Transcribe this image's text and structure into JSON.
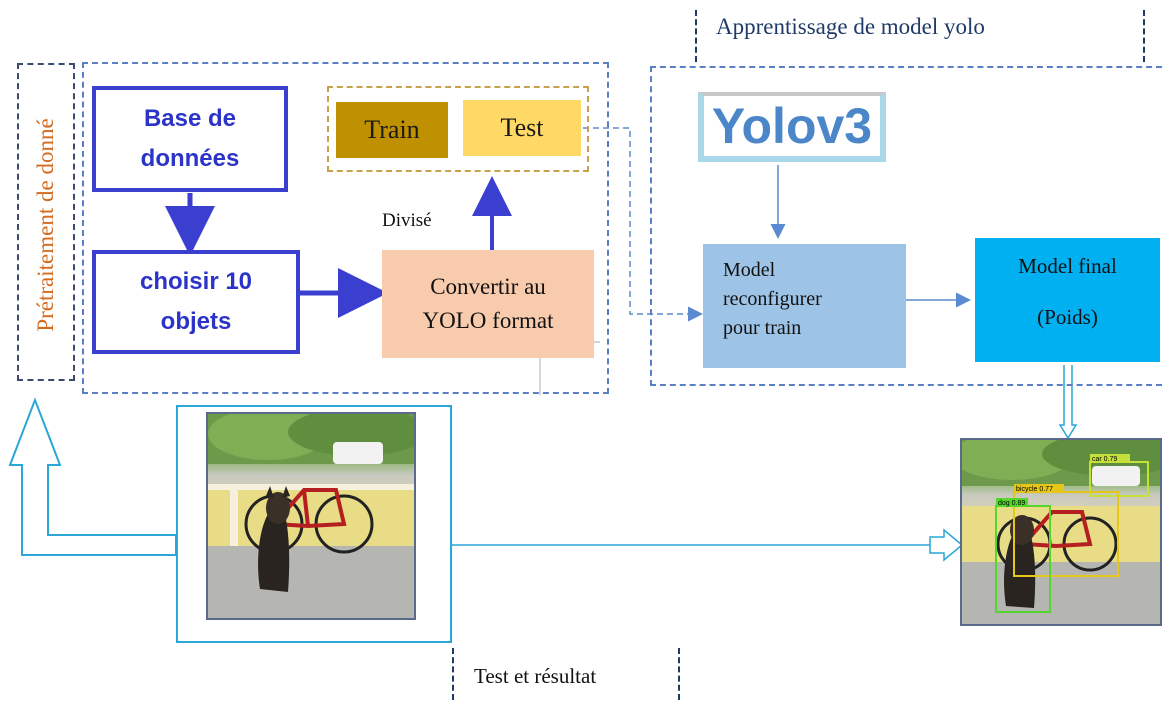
{
  "labels": {
    "apprentissage": "Apprentissage de model yolo",
    "pretraitement": "Prétraitement de donné",
    "test_resultat": "Test et résultat",
    "divise": "Divisé"
  },
  "boxes": {
    "base": "Base de\ndonnées",
    "choisir": "choisir 10\nobjets",
    "train": "Train",
    "test": "Test",
    "convertir": "Convertir au\nYOLO format",
    "yolov3": "Yolov3",
    "model_reconf": "Model\nreconfigurer\npour train",
    "model_final_title": "Model final",
    "model_final_sub": "(Poids)"
  },
  "detections": [
    {
      "label": "car 0.79"
    },
    {
      "label": "bicycle 0.77"
    },
    {
      "label": "dog 0.89"
    }
  ],
  "colors": {
    "dashed_border": "#5b7fc7",
    "blue_box": "#3a3fd0",
    "train_fill": "#bf9000",
    "test_fill": "#ffd966",
    "convert_fill": "#f8cbad",
    "model_reconf_fill": "#9dc3e6",
    "model_final_fill": "#00b0f0",
    "yolo_text": "#4a86c8",
    "cyan_arrow": "#2aa7d6",
    "orange_label": "#d46a1c"
  }
}
